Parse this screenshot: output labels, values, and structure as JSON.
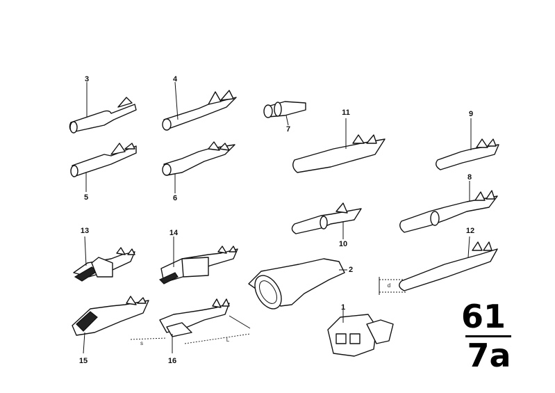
{
  "callouts": [
    "1",
    "2",
    "3",
    "4",
    "5",
    "6",
    "7",
    "8",
    "9",
    "10",
    "11",
    "12",
    "13",
    "14",
    "15",
    "16"
  ],
  "group": {
    "main": "61",
    "sub": "7a"
  },
  "dimensions": {
    "s": "s",
    "l": "L",
    "d": "d"
  }
}
